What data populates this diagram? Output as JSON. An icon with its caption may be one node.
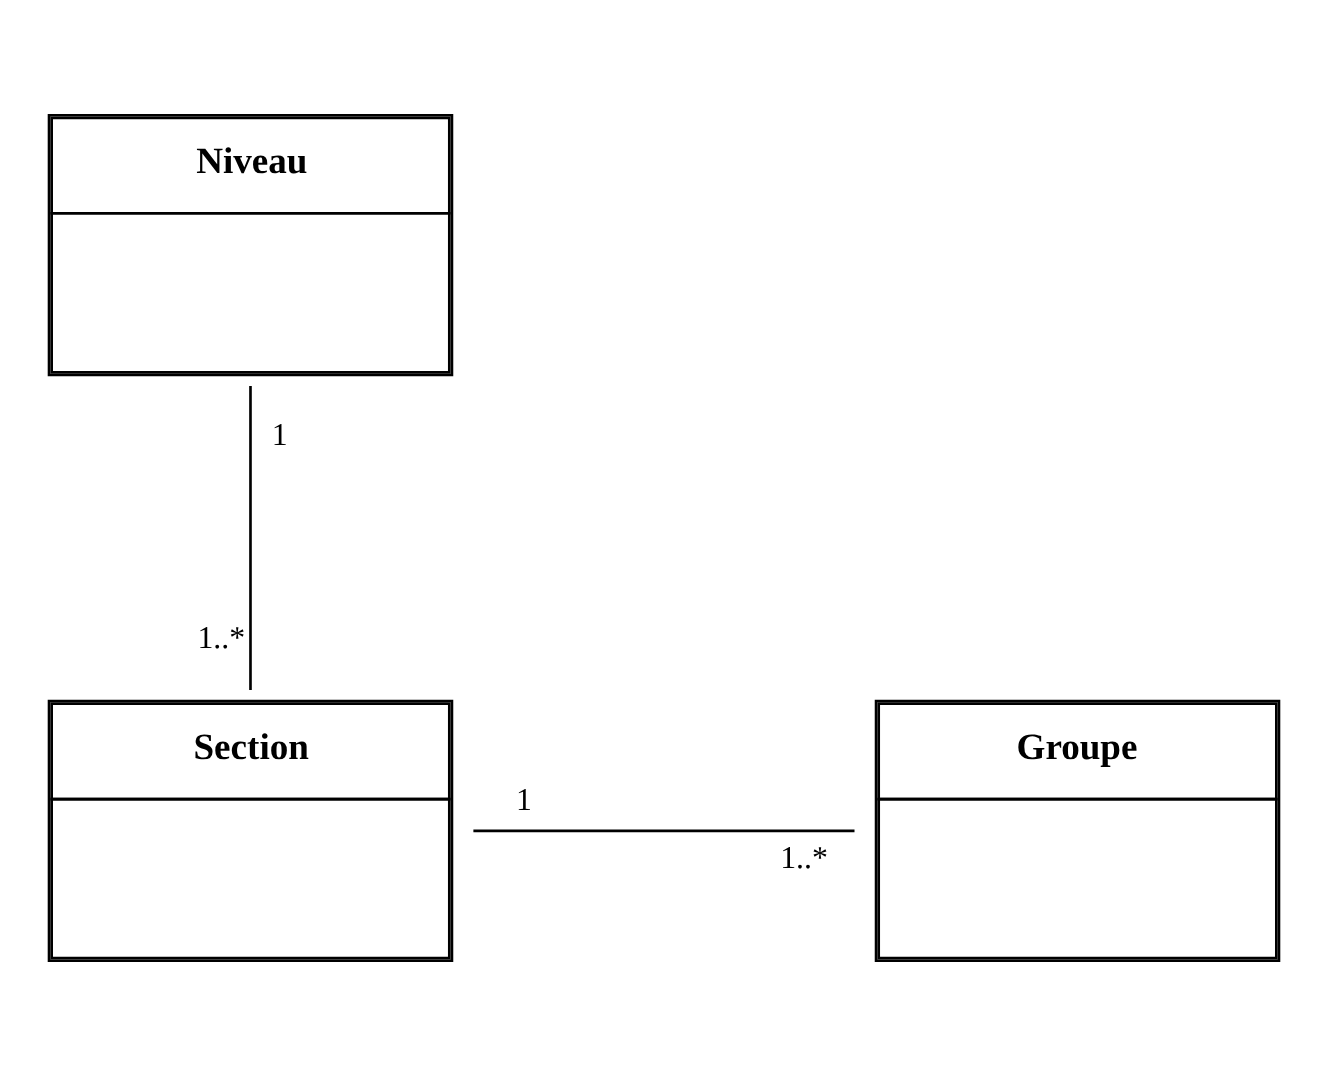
{
  "diagram": {
    "nodes": [
      {
        "text": [
          "Niveau"
        ]
      },
      {
        "text": [
          "Section"
        ]
      },
      {
        "text": [
          "Groupe"
        ]
      }
    ],
    "edges": [
      {
        "from": 0,
        "to": 1,
        "arrow": "none"
      },
      {
        "from": 1,
        "to": 2,
        "arrow": "none"
      }
    ],
    "labels": [
      "1",
      "1..*",
      "1",
      "1..*"
    ]
  }
}
